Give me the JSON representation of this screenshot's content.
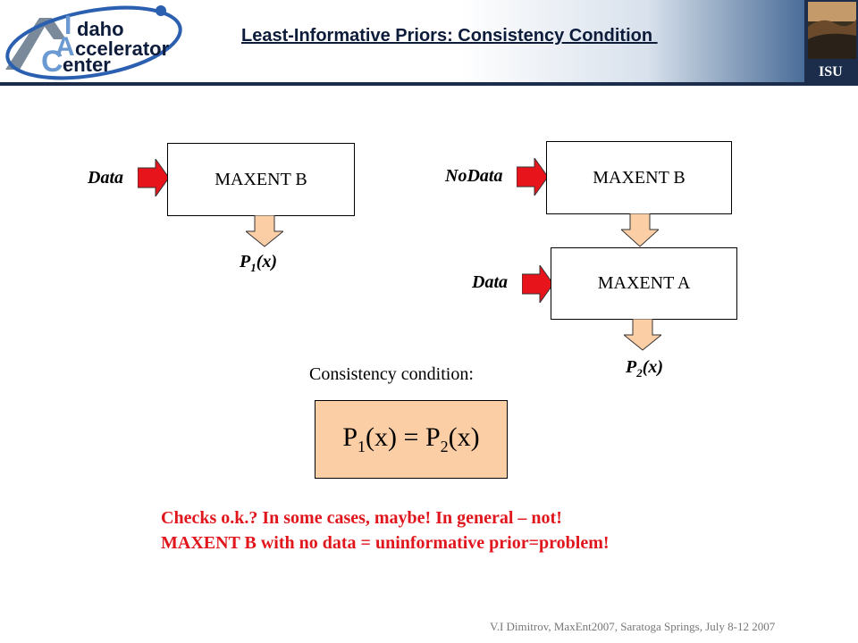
{
  "header": {
    "title": "Least-Informative Priors: Consistency Condition ",
    "logo": {
      "line1_cap": "I",
      "line1_rest": "daho",
      "line2_cap": "A",
      "line2_rest": "ccelerator",
      "line3_cap": "C",
      "line3_rest": "enter"
    },
    "isu_label": "ISU"
  },
  "diagram": {
    "left": {
      "input_label": "Data",
      "box_label": "MAXENT B",
      "output_label_main": "P",
      "output_label_sub": "1",
      "output_label_tail": "(x)"
    },
    "right": {
      "top_input_label": "NoData",
      "top_box_label": "MAXENT B",
      "bottom_input_label": "Data",
      "bottom_box_label": "MAXENT A",
      "output_label_main": "P",
      "output_label_sub": "2",
      "output_label_tail": "(x)"
    }
  },
  "consistency": {
    "label": "Consistency condition:",
    "equation": {
      "lhs": "P",
      "lhs_sub": "1",
      "lhs_arg": "(x) = ",
      "rhs": "P",
      "rhs_sub": "2",
      "rhs_arg": "(x)"
    }
  },
  "notes": [
    "Checks o.k.? In some cases, maybe! In general – not!",
    "MAXENT B with no data = uninformative prior=problem!"
  ],
  "footer": "V.I Dimitrov, MaxEnt2007, Saratoga Springs, July 8-12 2007",
  "colors": {
    "navy": "#0d1c3a",
    "arrow_red": "#e8141c",
    "arrow_peach": "#fbcea6",
    "note_red": "#e0161c"
  }
}
